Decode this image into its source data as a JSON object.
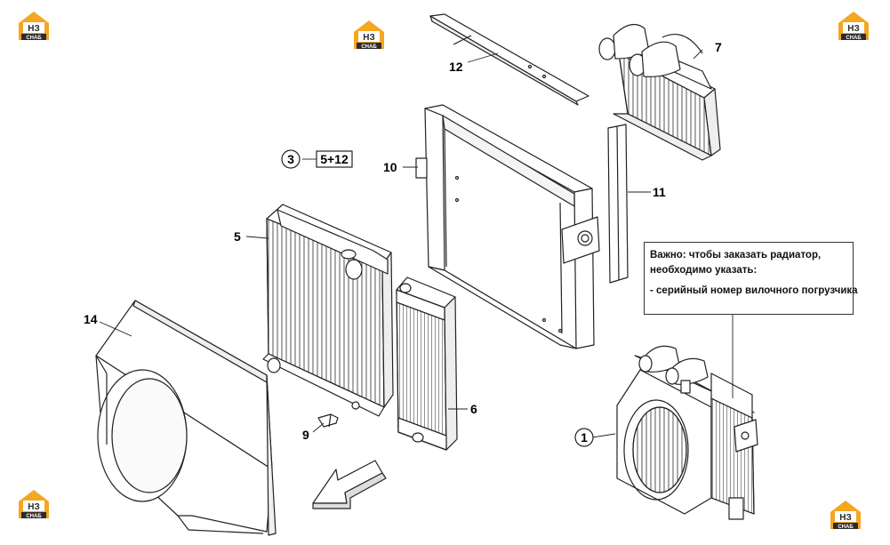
{
  "logos": [
    {
      "top": "НЗ",
      "bottom": "СНАБ"
    },
    {
      "top": "НЗ",
      "bottom": "СНАБ"
    },
    {
      "top": "НЗ",
      "bottom": "СНАБ"
    },
    {
      "top": "НЗ",
      "bottom": "СНАБ"
    },
    {
      "top": "НЗ",
      "bottom": "СНАБ"
    }
  ],
  "parts": {
    "p1": "1",
    "p3": "3",
    "p3_ref": "5+12",
    "p5": "5",
    "p6": "6",
    "p7": "7",
    "p9": "9",
    "p10": "10",
    "p11": "11",
    "p12": "12",
    "p14": "14"
  },
  "note": {
    "line1": "Важно: чтобы заказать радиатор,",
    "line2": "необходимо указать:",
    "line3": "- серийный номер вилочного погрузчика"
  },
  "colors": {
    "logo_orange": "#f5a623",
    "logo_dark": "#2b2b2b",
    "line": "#222222"
  }
}
